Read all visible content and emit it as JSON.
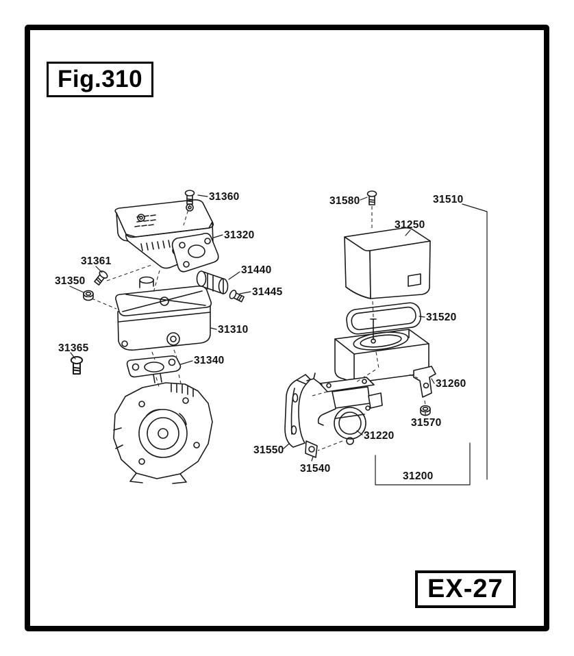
{
  "figure": {
    "title": "Fig.310",
    "code": "EX-27"
  },
  "colors": {
    "line": "#191919",
    "frame": "#000000",
    "background": "#ffffff"
  },
  "parts": [
    {
      "label": "31360"
    },
    {
      "label": "31320"
    },
    {
      "label": "31361"
    },
    {
      "label": "31350"
    },
    {
      "label": "31440"
    },
    {
      "label": "31445"
    },
    {
      "label": "31310"
    },
    {
      "label": "31365"
    },
    {
      "label": "31340"
    },
    {
      "label": "31580"
    },
    {
      "label": "31510"
    },
    {
      "label": "31250"
    },
    {
      "label": "31520"
    },
    {
      "label": "31260"
    },
    {
      "label": "31570"
    },
    {
      "label": "31220"
    },
    {
      "label": "31550"
    },
    {
      "label": "31540"
    },
    {
      "label": "31200"
    }
  ]
}
